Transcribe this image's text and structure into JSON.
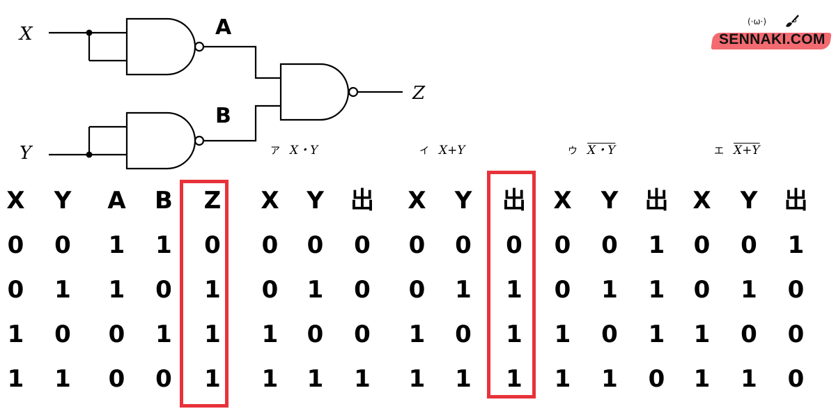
{
  "circuit": {
    "input_x": "X",
    "input_y": "Y",
    "node_a": "A",
    "node_b": "B",
    "output_z": "Z"
  },
  "logo": {
    "face": "(·ω·)",
    "text": "SENNAKI.COM",
    "accent": "#f36a70"
  },
  "options": [
    {
      "mark": "ア",
      "expr": "X・Y",
      "overline": false
    },
    {
      "mark": "イ",
      "expr": "X+Y",
      "overline": false
    },
    {
      "mark": "ウ",
      "expr": "X・Y",
      "overline": true
    },
    {
      "mark": "エ",
      "expr": "X+Y",
      "overline": true
    }
  ],
  "tables": {
    "circuit": {
      "headers": [
        "X",
        "Y",
        "A",
        "B",
        "Z"
      ],
      "rows": [
        [
          "0",
          "0",
          "1",
          "1",
          "0"
        ],
        [
          "0",
          "1",
          "1",
          "0",
          "1"
        ],
        [
          "1",
          "0",
          "0",
          "1",
          "1"
        ],
        [
          "1",
          "1",
          "0",
          "0",
          "1"
        ]
      ]
    },
    "option_a": {
      "headers": [
        "X",
        "Y",
        "出"
      ],
      "rows": [
        [
          "0",
          "0",
          "0"
        ],
        [
          "0",
          "1",
          "0"
        ],
        [
          "1",
          "0",
          "0"
        ],
        [
          "1",
          "1",
          "1"
        ]
      ]
    },
    "option_i": {
      "headers": [
        "X",
        "Y",
        "出"
      ],
      "rows": [
        [
          "0",
          "0",
          "0"
        ],
        [
          "0",
          "1",
          "1"
        ],
        [
          "1",
          "0",
          "1"
        ],
        [
          "1",
          "1",
          "1"
        ]
      ]
    },
    "option_u": {
      "headers": [
        "X",
        "Y",
        "出"
      ],
      "rows": [
        [
          "0",
          "0",
          "1"
        ],
        [
          "0",
          "1",
          "1"
        ],
        [
          "1",
          "0",
          "1"
        ],
        [
          "1",
          "1",
          "0"
        ]
      ]
    },
    "option_e": {
      "headers": [
        "X",
        "Y",
        "出"
      ],
      "rows": [
        [
          "0",
          "0",
          "1"
        ],
        [
          "0",
          "1",
          "0"
        ],
        [
          "1",
          "0",
          "0"
        ],
        [
          "1",
          "1",
          "0"
        ]
      ]
    }
  },
  "highlight_color": "#e8323a"
}
